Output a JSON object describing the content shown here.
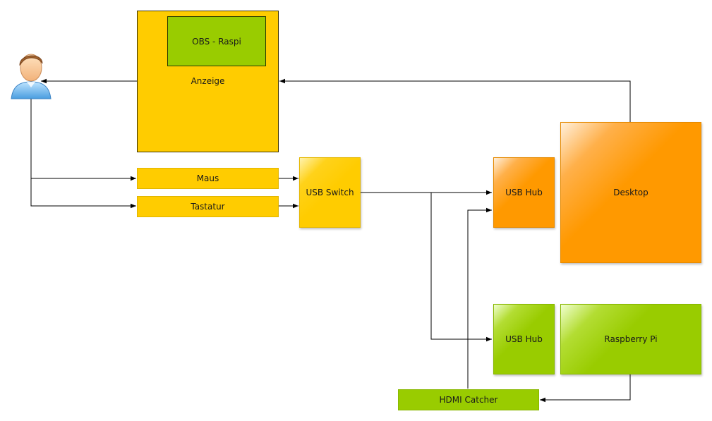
{
  "nodes": {
    "anzeige": {
      "label": "Anzeige"
    },
    "obs_raspi": {
      "label": "OBS - Raspi"
    },
    "maus": {
      "label": "Maus"
    },
    "tastatur": {
      "label": "Tastatur"
    },
    "usb_switch": {
      "label": "USB Switch"
    },
    "usb_hub_desktop": {
      "label": "USB Hub"
    },
    "desktop": {
      "label": "Desktop"
    },
    "usb_hub_pi": {
      "label": "USB Hub"
    },
    "raspberry_pi": {
      "label": "Raspberry Pi"
    },
    "hdmi_catcher": {
      "label": "HDMI Catcher"
    }
  },
  "user_icon": "person-icon",
  "colors": {
    "yellow": "#ffcc00",
    "orange": "#ff9900",
    "green": "#99cc00",
    "wire": "#000000"
  }
}
